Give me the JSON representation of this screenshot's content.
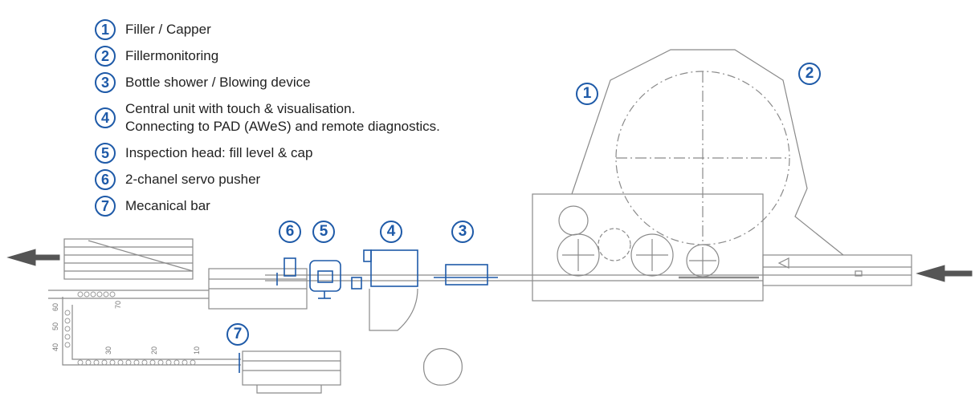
{
  "legend": [
    {
      "num": "1",
      "text": "Filler / Capper"
    },
    {
      "num": "2",
      "text": "Fillermonitoring"
    },
    {
      "num": "3",
      "text": "Bottle shower / Blowing device"
    },
    {
      "num": "4",
      "text": "Central unit with touch & visualisation.",
      "text2": "Connecting to PAD (AWeS) and remote diagnostics."
    },
    {
      "num": "5",
      "text": "Inspection head: fill level & cap"
    },
    {
      "num": "6",
      "text": "2-chanel servo pusher"
    },
    {
      "num": "7",
      "text": "Mecanical bar"
    }
  ],
  "callouts": [
    "1",
    "2",
    "3",
    "4",
    "5",
    "6",
    "7"
  ],
  "scale_labels": [
    "70",
    "60",
    "50",
    "40",
    "30",
    "20",
    "10"
  ],
  "colors": {
    "accent": "#1e5aa8",
    "line": "#8a8a8a"
  }
}
